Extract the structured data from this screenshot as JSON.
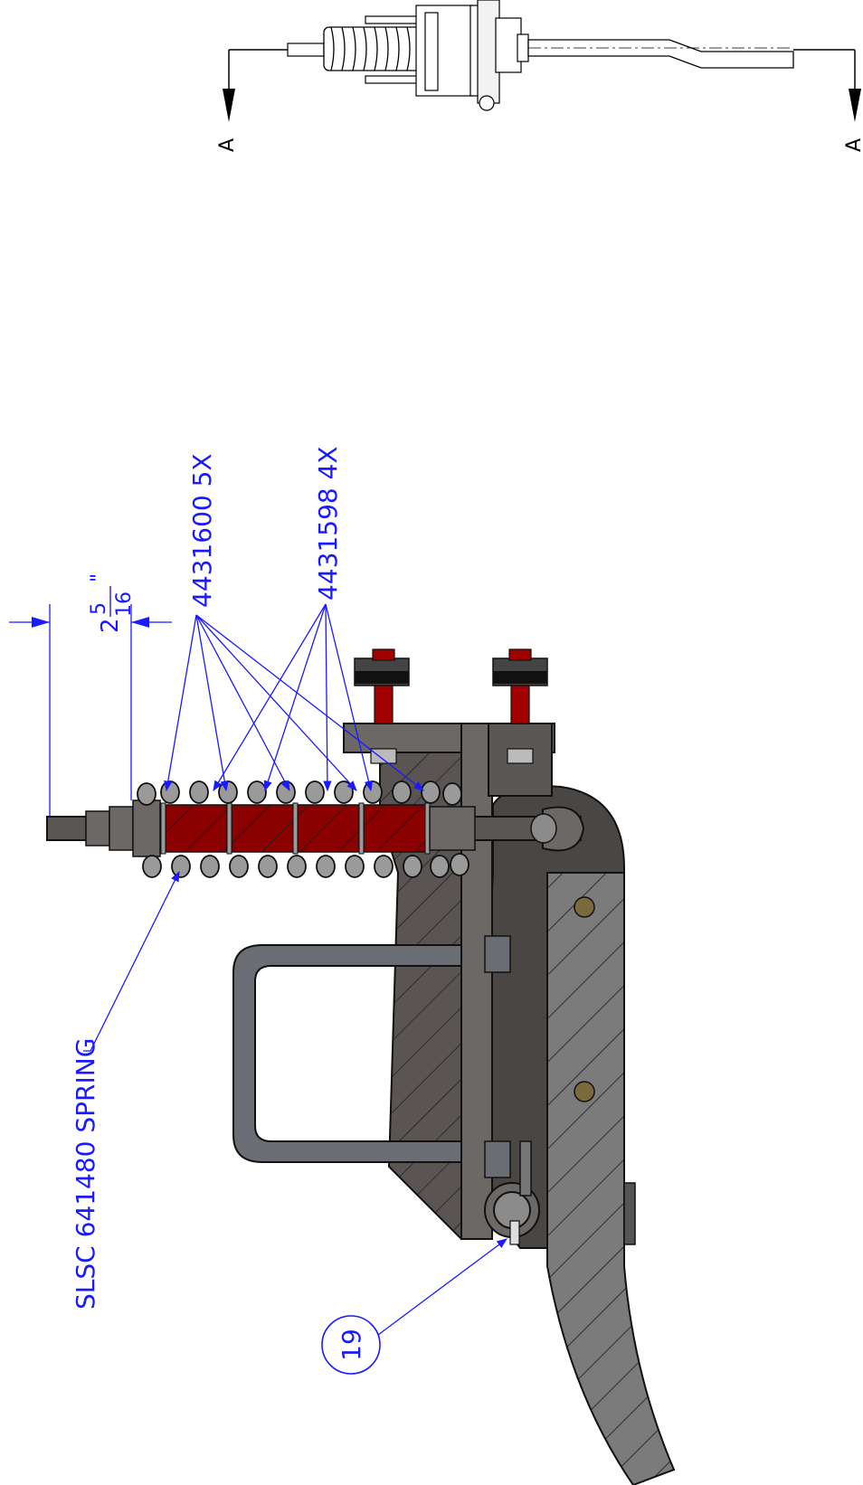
{
  "section_marker": {
    "left": "A",
    "right": "A"
  },
  "dimension": {
    "whole": "2",
    "numerator": "5",
    "denominator": "16",
    "unit": "\""
  },
  "callouts": {
    "part_a": "4431600 5X",
    "part_b": "4431598 4X",
    "spring": "SLSC 641480 SPRING",
    "balloon": "19"
  },
  "colors": {
    "annotation": "#1a1aff",
    "steel_dark": "#4a4643",
    "steel_mid": "#6e6a67",
    "steel_light": "#8a8a8a",
    "spacer_red": "#8b0000",
    "bolt_red": "#a00000"
  }
}
